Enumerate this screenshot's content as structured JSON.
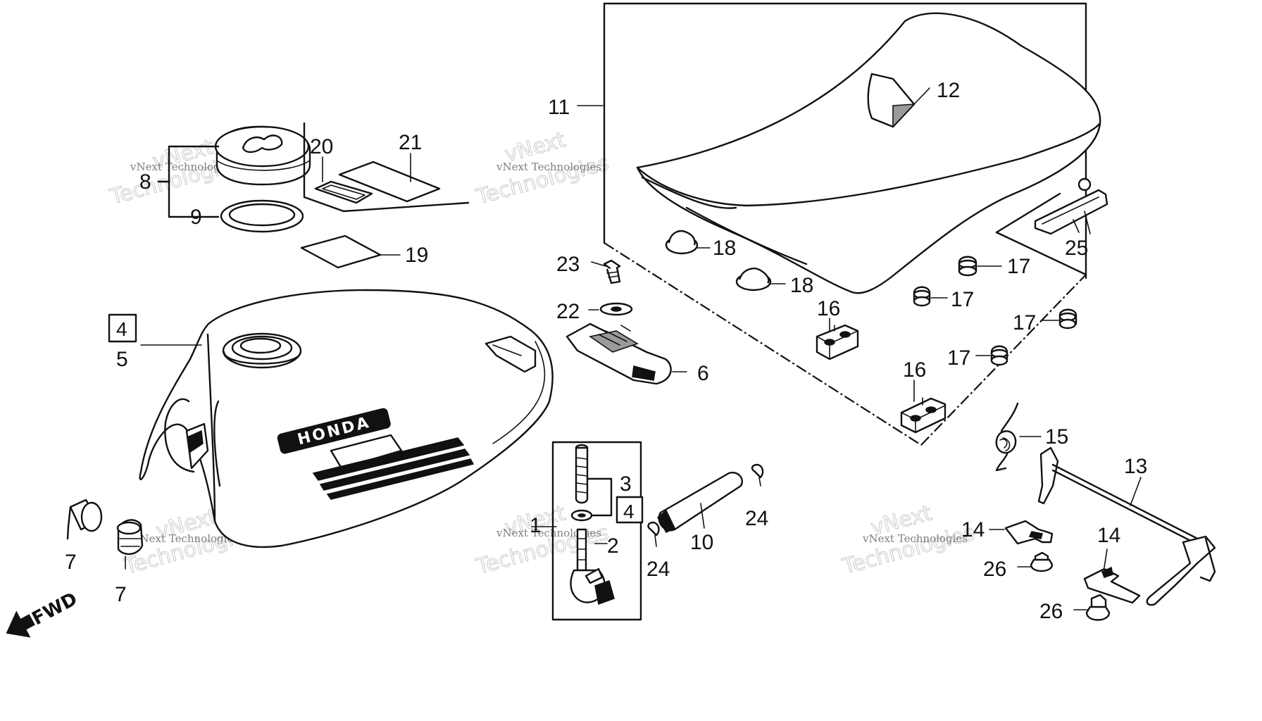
{
  "diagram": {
    "callouts": {
      "c1": "1",
      "c2": "2",
      "c3": "3",
      "c4a": "4",
      "c4b": "4",
      "c5": "5",
      "c6": "6",
      "c7a": "7",
      "c7b": "7",
      "c8": "8",
      "c9": "9",
      "c10": "10",
      "c11": "11",
      "c12": "12",
      "c13": "13",
      "c14a": "14",
      "c14b": "14",
      "c15": "15",
      "c16a": "16",
      "c16b": "16",
      "c17a": "17",
      "c17b": "17",
      "c17c": "17",
      "c17d": "17",
      "c18a": "18",
      "c18b": "18",
      "c19": "19",
      "c20": "20",
      "c21": "21",
      "c22": "22",
      "c23": "23",
      "c24a": "24",
      "c24b": "24",
      "c25": "25",
      "c26a": "26",
      "c26b": "26"
    },
    "direction_label": "FWD",
    "tank_logo_text": "HONDA",
    "watermark": {
      "company": "vNext Technologies",
      "line1": "vNext",
      "line2": "Technologies"
    }
  }
}
